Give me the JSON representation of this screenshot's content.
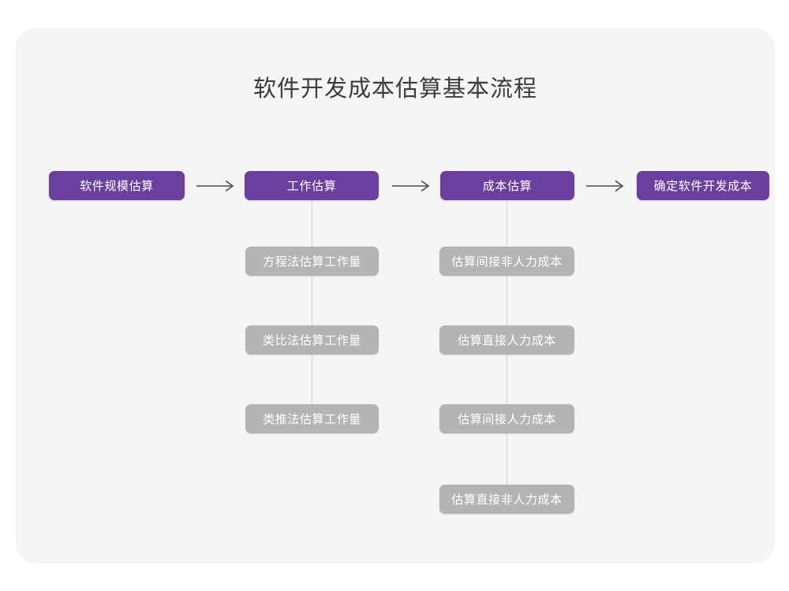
{
  "title": "软件开发成本估算基本流程",
  "colors": {
    "page_background": "#ffffff",
    "card_background": "#f5f5f5",
    "primary_node": "#6b3f9e",
    "secondary_node": "#b4b4b4",
    "title_text": "#3c3c3c",
    "node_text": "#ffffff",
    "connector_line": "#d2d2d2",
    "arrow": "#4a4a4a"
  },
  "flow": {
    "main_steps": [
      {
        "label": "软件规模估算"
      },
      {
        "label": "工作估算"
      },
      {
        "label": "成本估算"
      },
      {
        "label": "确定软件开发成本"
      }
    ],
    "arrows": [
      {
        "glyph": "arrow-right-icon"
      },
      {
        "glyph": "arrow-right-icon"
      },
      {
        "glyph": "arrow-right-icon"
      }
    ],
    "effort_substeps": [
      {
        "label": "方程法估算工作量"
      },
      {
        "label": "类比法估算工作量"
      },
      {
        "label": "类推法估算工作量"
      }
    ],
    "cost_substeps": [
      {
        "label": "估算间接非人力成本"
      },
      {
        "label": "估算直接人力成本"
      },
      {
        "label": "估算间接人力成本"
      },
      {
        "label": "估算直接非人力成本"
      }
    ]
  }
}
